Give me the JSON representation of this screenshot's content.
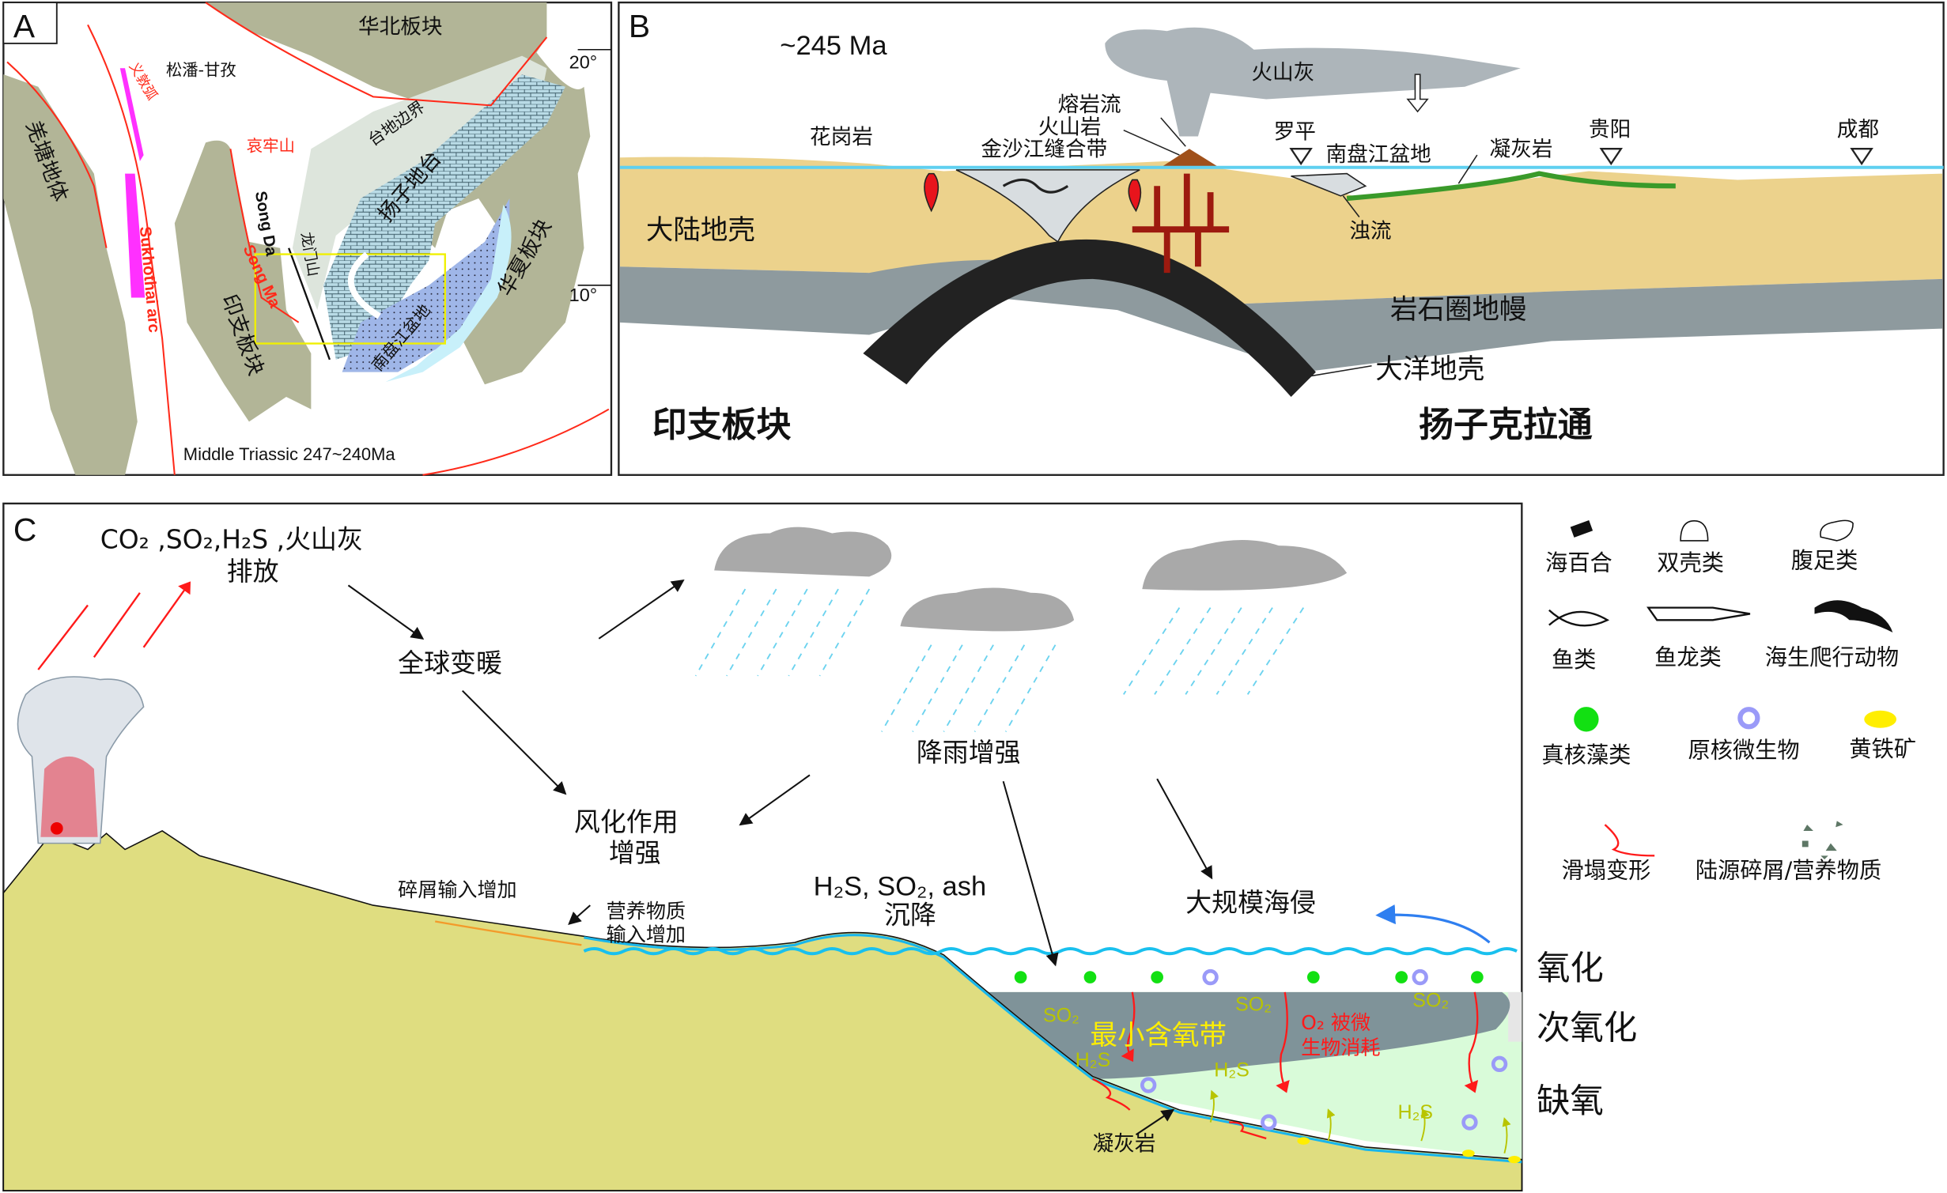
{
  "colors": {
    "land": "#b2b597",
    "crust": "#ecd28c",
    "mantle": "#8e9a9e",
    "sea_line": "#5fd0f0",
    "c_land": "#dfdd80",
    "omz": "#7f9399",
    "anoxic": "#d9fbd9",
    "fault": "#ff2a1a"
  },
  "panel_a": {
    "label": "A",
    "labels": {
      "north_china": "华北板块",
      "songpan": "松潘-甘孜",
      "yidun": "义敦弧",
      "qiangtang": "羌塘地体",
      "ailaoshan": "哀牢山",
      "platform_margin": "台地边界",
      "yangtze": "扬子地台",
      "song_da": "Song Da",
      "song_ma": "Song Ma",
      "longmenshan": "龙门山",
      "sukhothai": "Sukhothai arc",
      "indochina": "印支板块",
      "nanpanjiang": "南盘江盆地",
      "cathaysia": "华夏板块",
      "lat20": "20°",
      "lat10": "10°",
      "caption": "Middle Triassic 247~240Ma"
    }
  },
  "panel_b": {
    "label": "B",
    "age": "~245 Ma",
    "labels": {
      "ash": "火山灰",
      "lava": "熔岩流",
      "volcanic": "火山岩",
      "jinsha": "金沙江缝合带",
      "granite": "花岗岩",
      "luoping": "罗平",
      "nanpanjiang": "南盘江盆地",
      "tuff": "凝灰岩",
      "guiyang": "贵阳",
      "chengdu": "成都",
      "continental_crust": "大陆地壳",
      "turbidite": "浊流",
      "mantle": "岩石圈地幔",
      "oceanic_crust": "大洋地壳",
      "indochina": "印支板块",
      "yangtze": "扬子克拉通"
    }
  },
  "panel_c": {
    "label": "C",
    "emission_1": "CO₂ ,SO₂,H₂S ,火山灰",
    "emission_2": "排放",
    "warming": "全球变暖",
    "rain": "降雨增强",
    "weathering_1": "风化作用",
    "weathering_2": "增强",
    "debris": "碎屑输入增加",
    "nutrient_1": "营养物质",
    "nutrient_2": "输入增加",
    "settle_1": "H₂S, SO₂, ash",
    "settle_2": "沉降",
    "transgression": "大规模海侵",
    "omz": "最小含氧带",
    "o2_1": "O₂ 被微",
    "o2_2": "生物消耗",
    "so2": "SO₂",
    "h2s": "H₂S",
    "tuff": "凝灰岩",
    "zones": [
      "氧化",
      "次氧化",
      "缺氧"
    ]
  },
  "legend": [
    {
      "icon": "crinoid-icon",
      "label": "海百合"
    },
    {
      "icon": "bivalve-icon",
      "label": "双壳类"
    },
    {
      "icon": "gastropod-icon",
      "label": "腹足类"
    },
    {
      "icon": "fish-icon",
      "label": "鱼类"
    },
    {
      "icon": "ichthyosaur-icon",
      "label": "鱼龙类"
    },
    {
      "icon": "marine-reptile-icon",
      "label": "海生爬行动物"
    },
    {
      "icon": "eukaryotic-algae-icon",
      "label": "真核藻类"
    },
    {
      "icon": "prokaryote-icon",
      "label": "原核微生物"
    },
    {
      "icon": "pyrite-icon",
      "label": "黄铁矿"
    },
    {
      "icon": "slump-icon",
      "label": "滑塌变形"
    },
    {
      "icon": "debris-icon",
      "label": "陆源碎屑/营养物质"
    }
  ]
}
